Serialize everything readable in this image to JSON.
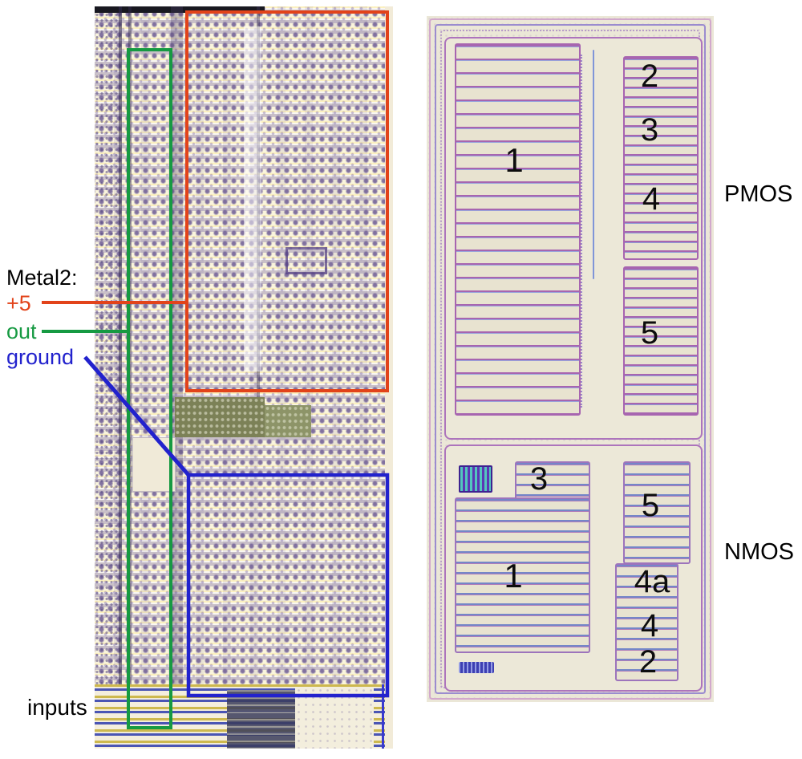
{
  "annotations": {
    "legend_title": "Metal2:",
    "legend_items": [
      {
        "name": "plus5",
        "label": "+5",
        "color": "#e2431a"
      },
      {
        "name": "out",
        "label": "out",
        "color": "#169a42"
      },
      {
        "name": "ground",
        "label": "ground",
        "color": "#2222cd"
      }
    ],
    "inputs_label": "inputs",
    "text_color": "#000000"
  },
  "right_panel": {
    "pmos": {
      "label": "PMOS",
      "region_labels": {
        "r1": "1",
        "r2": "2",
        "r3": "3",
        "r4": "4",
        "r5": "5"
      }
    },
    "nmos": {
      "label": "NMOS",
      "region_labels": {
        "r1": "1",
        "r2": "2",
        "r3": "3",
        "r4": "4",
        "r4a": "4a",
        "r5": "5"
      }
    }
  }
}
